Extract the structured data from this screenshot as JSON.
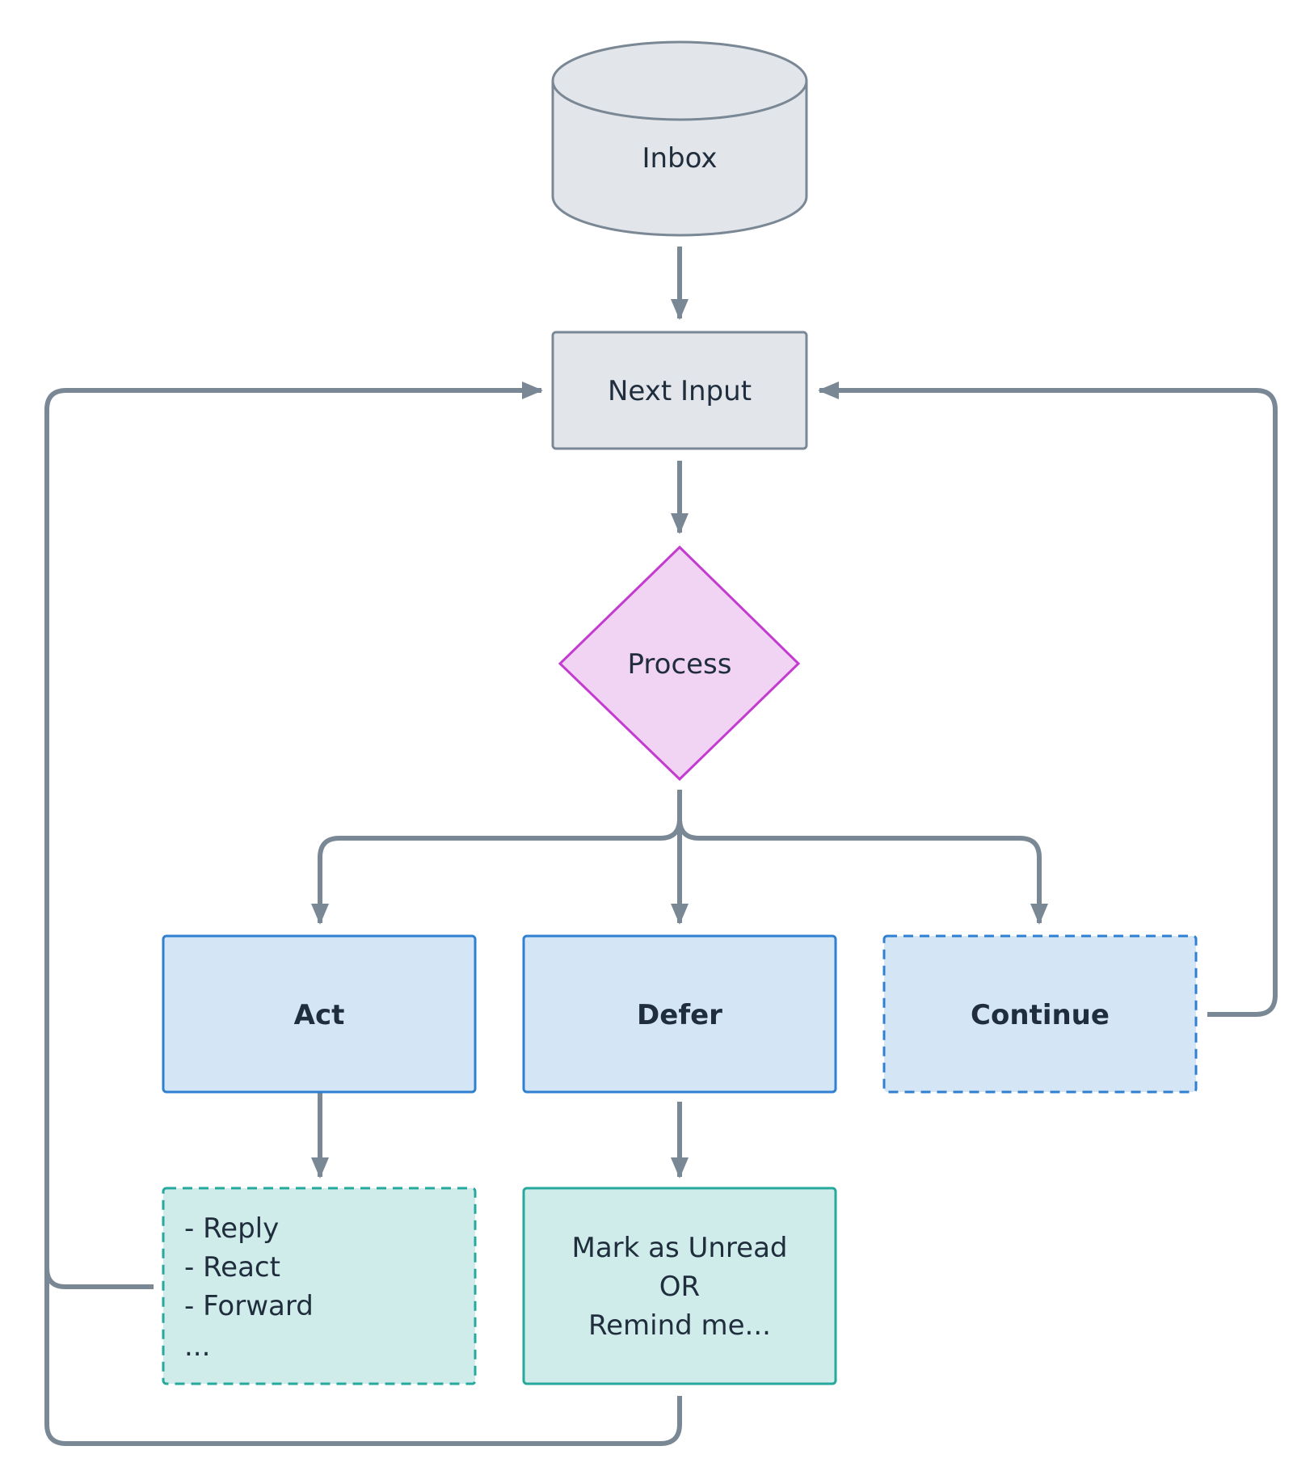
{
  "colors": {
    "edge": "#7a8794",
    "neutral_fill": "#e2e6ea",
    "neutral_stroke": "#7a8794",
    "decision_fill": "#f1d3f4",
    "decision_stroke": "#c43ccf",
    "action_fill": "#d4e5f5",
    "action_stroke": "#2f80d0",
    "result_fill": "#cfecea",
    "result_stroke": "#27a89c",
    "text": "#1f2d3d"
  },
  "nodes": {
    "inbox": {
      "label": "Inbox"
    },
    "next_input": {
      "label": "Next Input"
    },
    "process": {
      "label": "Process"
    },
    "act": {
      "label": "Act"
    },
    "defer": {
      "label": "Defer"
    },
    "continue": {
      "label": "Continue"
    },
    "act_actions": {
      "lines": [
        "- Reply",
        "- React",
        "- Forward",
        "..."
      ]
    },
    "defer_result": {
      "lines": [
        "Mark as Unread",
        "OR",
        "Remind me..."
      ]
    }
  }
}
